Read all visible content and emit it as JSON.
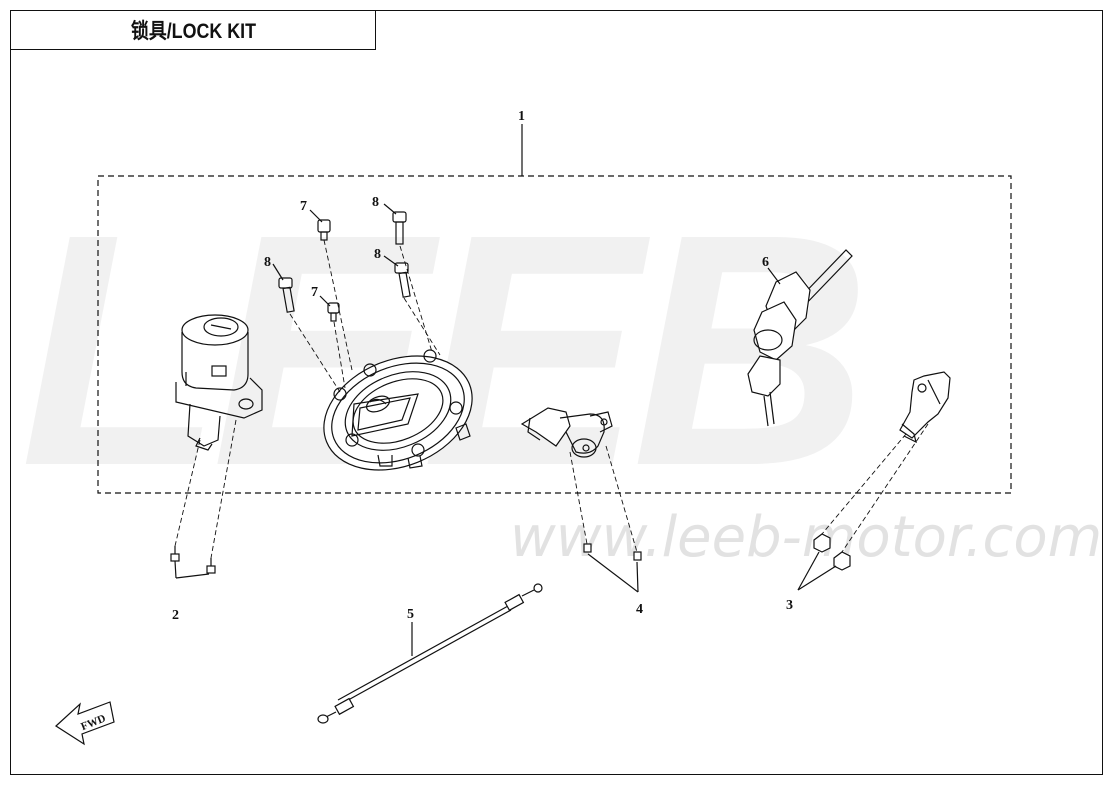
{
  "header": {
    "title": "锁具/LOCK KIT"
  },
  "watermark": {
    "brand": "LEEB",
    "url": "www.leeb-motor.com"
  },
  "direction_arrow": {
    "label": "FWD"
  },
  "callouts": {
    "c1": "1",
    "c2": "2",
    "c3": "3",
    "c4": "4",
    "c5": "5",
    "c6": "6",
    "c7a": "7",
    "c7b": "7",
    "c8a": "8",
    "c8b": "8",
    "c8c": "8"
  },
  "colors": {
    "line": "#111111",
    "watermark": "#f1f1f1",
    "background": "#ffffff"
  }
}
